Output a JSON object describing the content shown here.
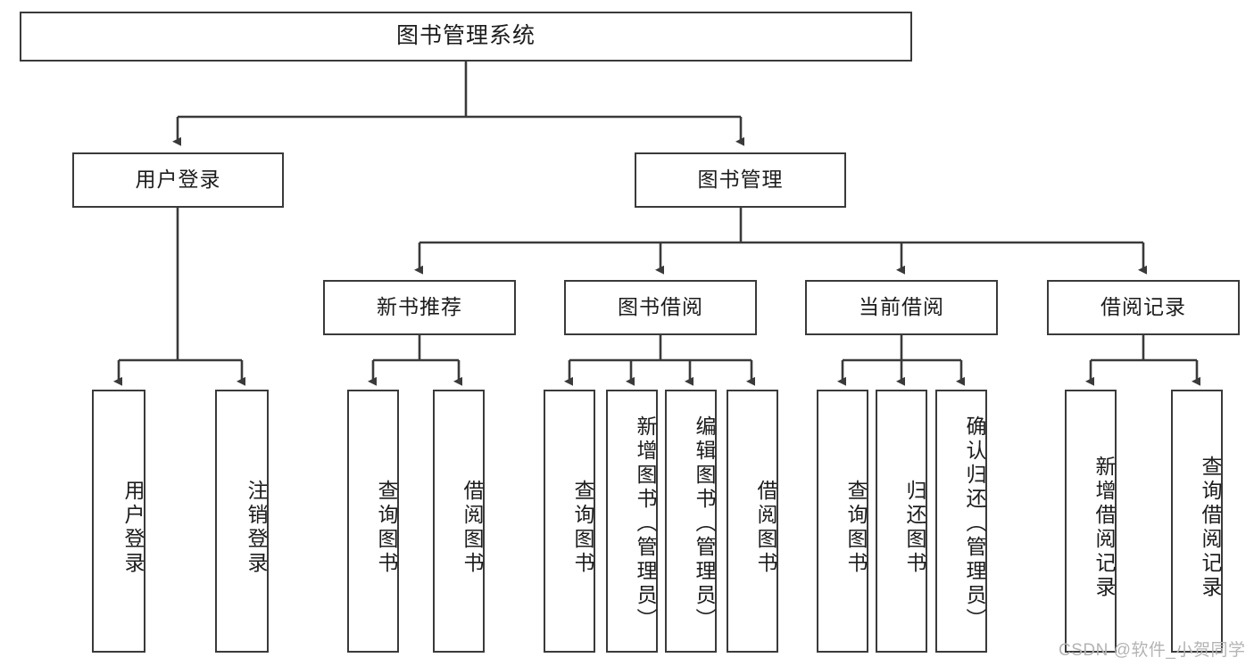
{
  "diagram": {
    "title": "图书管理系统",
    "watermark": "CSDN @软件_小贺同学",
    "stroke_color": "#3a3a3a",
    "fill_color": "#ffffff",
    "text_color": "#1c1c1c",
    "watermark_color": "#b4b4b4",
    "levels": {
      "root": {
        "label": "图书管理系统"
      },
      "level2": [
        {
          "label": "用户登录"
        },
        {
          "label": "图书管理"
        }
      ],
      "level3": [
        {
          "label": "新书推荐"
        },
        {
          "label": "图书借阅"
        },
        {
          "label": "当前借阅"
        },
        {
          "label": "借阅记录"
        }
      ],
      "leaves": {
        "user_login": [
          {
            "label": "用户登录"
          },
          {
            "label": "注销登录"
          }
        ],
        "new_book_recommend": [
          {
            "label": "查询图书"
          },
          {
            "label": "借阅图书"
          }
        ],
        "book_borrow": [
          {
            "label": "查询图书"
          },
          {
            "label": "新增图书（管理员）"
          },
          {
            "label": "编辑图书（管理员）"
          },
          {
            "label": "借阅图书"
          }
        ],
        "current_borrow": [
          {
            "label": "查询图书"
          },
          {
            "label": "归还图书"
          },
          {
            "label": "确认归还（管理员）"
          }
        ],
        "borrow_record": [
          {
            "label": "新增借阅记录"
          },
          {
            "label": "查询借阅记录"
          }
        ]
      }
    }
  }
}
